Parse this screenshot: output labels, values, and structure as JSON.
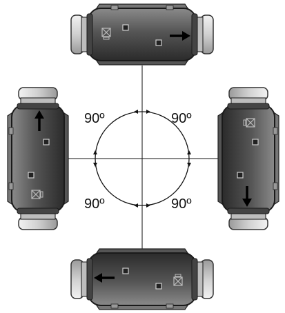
{
  "angle_labels": {
    "top_left": "90º",
    "top_right": "90º",
    "bottom_left": "90º",
    "bottom_right": "90º"
  },
  "colors": {
    "body_light": "#6a6a6a",
    "body_dark": "#2e2e2e",
    "fitting": "#d8d8d8",
    "line": "#111111"
  },
  "icons": {
    "flow_arrow": "arrow-icon",
    "crossed_symbol": "crossed-box-icon",
    "square_marker": "square-marker-icon"
  }
}
